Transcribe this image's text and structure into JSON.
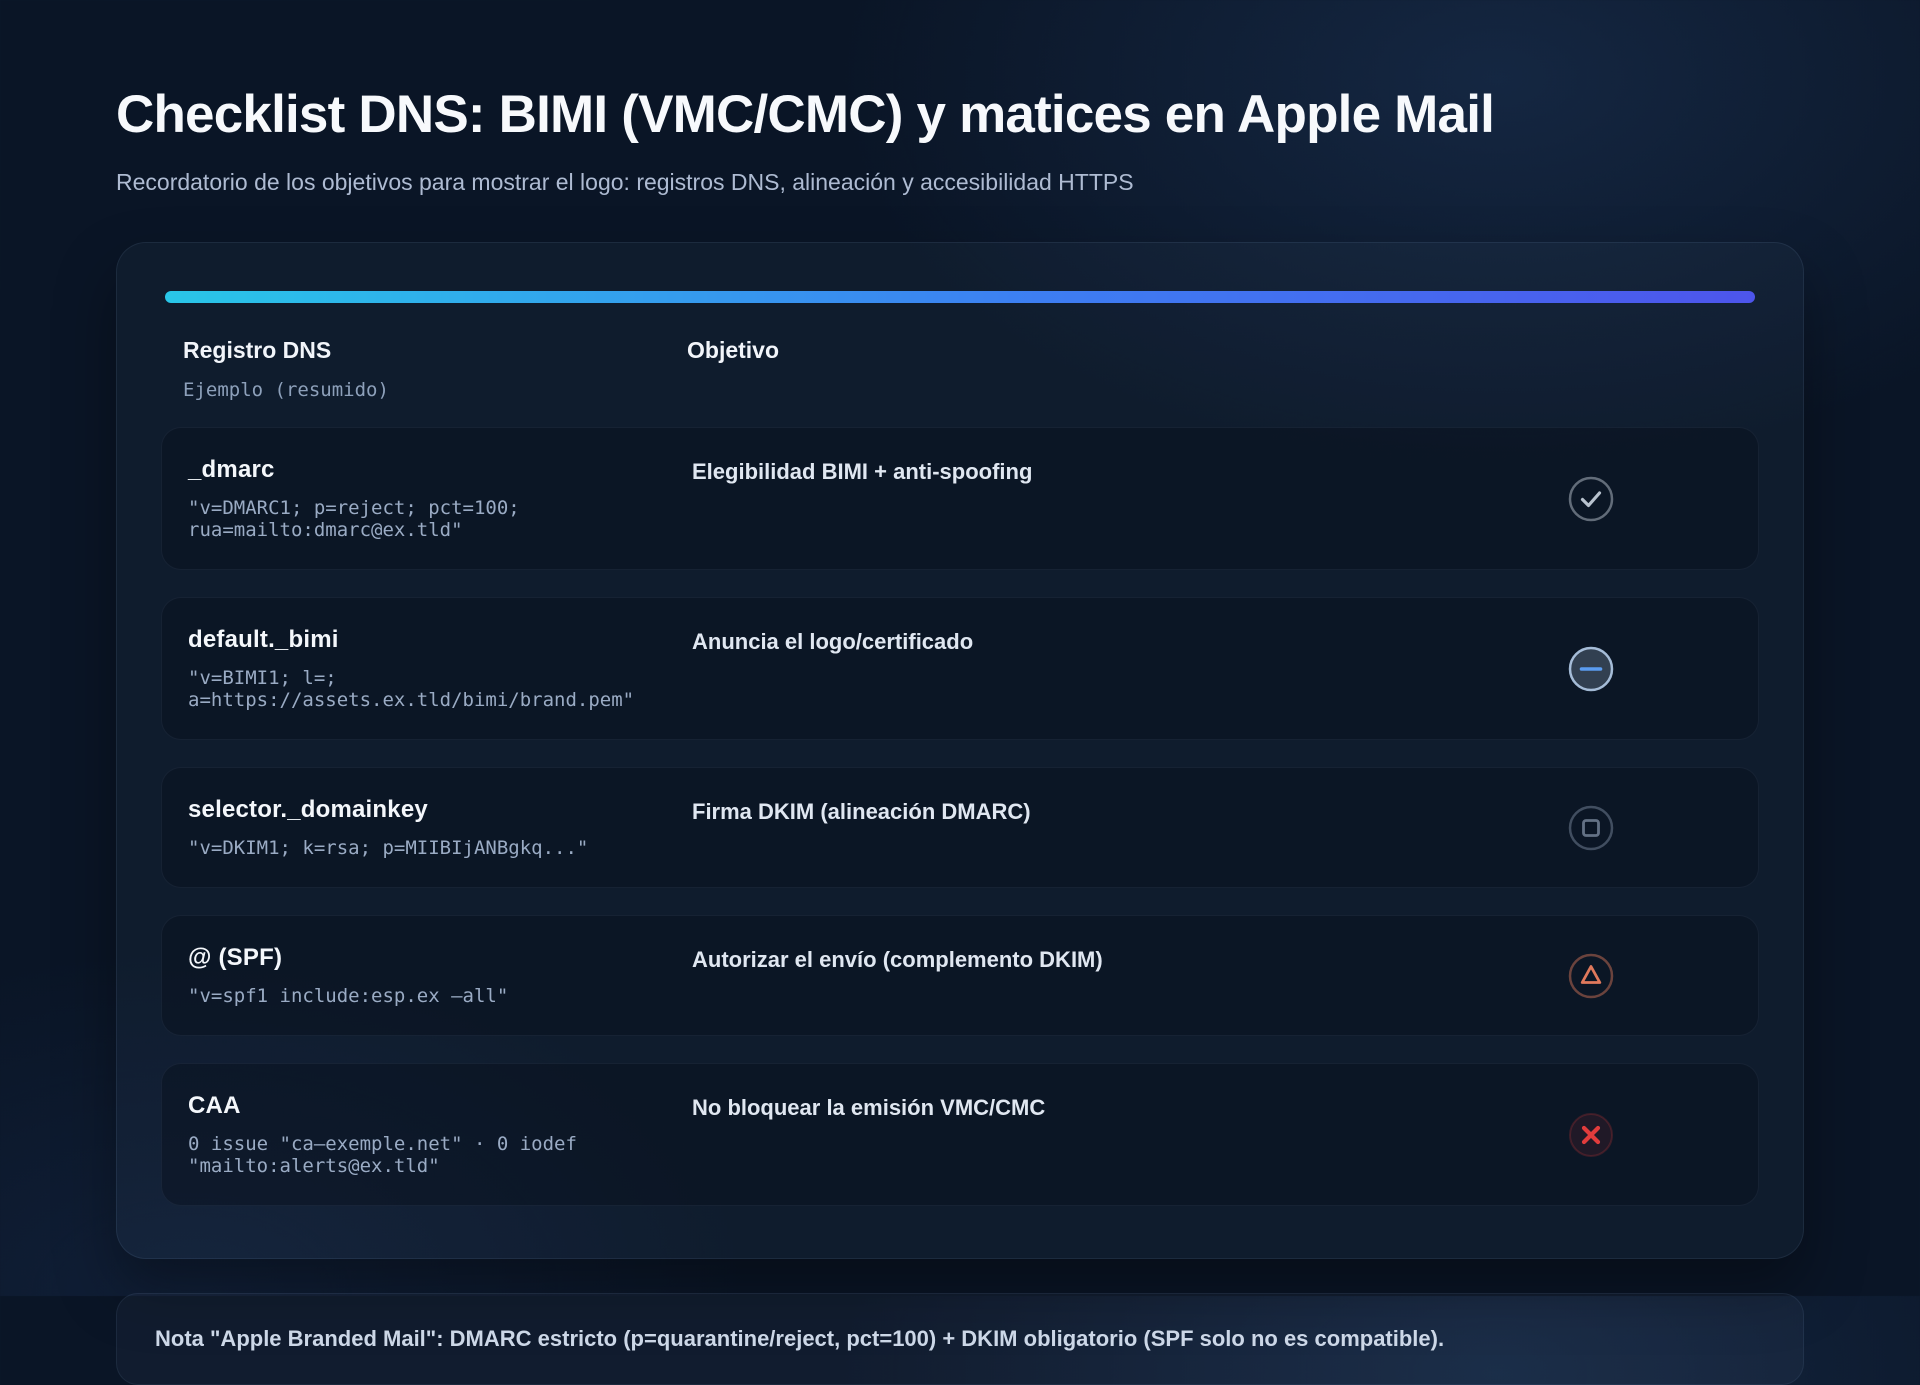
{
  "page": {
    "title": "Checklist DNS: BIMI (VMC/CMC) y matices en Apple Mail",
    "subtitle": "Recordatorio de los objetivos para mostrar el logo: registros DNS, alineación y accesibilidad HTTPS"
  },
  "table": {
    "col_record": "Registro DNS",
    "col_objective": "Objetivo",
    "col_example": "Ejemplo (resumido)",
    "rows": [
      {
        "record": "_dmarc",
        "example": "\"v=DMARC1; p=reject; pct=100; rua=mailto:dmarc@ex.tld\"",
        "objective": "Elegibilidad BIMI + anti-spoofing",
        "status": "done",
        "status_icon": "check-circle-icon"
      },
      {
        "record": "default._bimi",
        "example": "\"v=BIMI1; l=; a=https://assets.ex.tld/bimi/brand.pem\"",
        "objective": "Anuncia el logo/certificado",
        "status": "partial",
        "status_icon": "minus-circle-icon"
      },
      {
        "record": "selector._domainkey",
        "example": "\"v=DKIM1; k=rsa; p=MIIBIjANBgkq...\"",
        "objective": "Firma DKIM (alineación DMARC)",
        "status": "pending",
        "status_icon": "square-circle-icon"
      },
      {
        "record": "@ (SPF)",
        "example": "\"v=spf1 include:esp.ex —all\"",
        "objective": "Autorizar el envío (complemento DKIM)",
        "status": "warning",
        "status_icon": "triangle-circle-icon"
      },
      {
        "record": "CAA",
        "example": "0 issue \"ca—exemple.net\" · 0 iodef \"mailto:alerts@ex.tld\"",
        "objective": "No bloquear la emisión VMC/CMC",
        "status": "error",
        "status_icon": "x-circle-icon"
      }
    ]
  },
  "note": "Nota \"Apple Branded Mail\": DMARC estricto (p=quarantine/reject, pct=100) + DKIM obligatorio (SPF solo no es compatible).",
  "colors": {
    "progress_start": "#29c6e8",
    "progress_mid": "#3d7ef2",
    "progress_end": "#4d55ec",
    "done": "#cbd5e1",
    "partial_ring": "#bdd6f3",
    "partial_dash": "#5b9cf0",
    "pending": "#94a3b8",
    "warning": "#e0795c",
    "error": "#e23c3c"
  }
}
